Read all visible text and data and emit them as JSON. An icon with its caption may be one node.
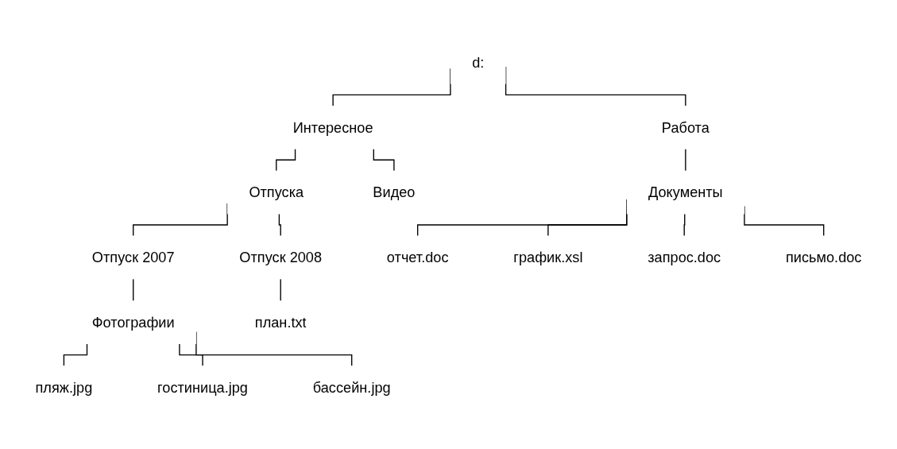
{
  "diagram": {
    "nodes": [
      {
        "text": [
          "d:"
        ]
      },
      {
        "text": [
          "Интересное"
        ]
      },
      {
        "text": [
          "Работа"
        ]
      },
      {
        "text": [
          "Отпуска"
        ]
      },
      {
        "text": [
          "Видео"
        ]
      },
      {
        "text": [
          "Документы"
        ]
      },
      {
        "text": [
          "отчет.doc"
        ]
      },
      {
        "text": [
          "Отпуск 2007"
        ]
      },
      {
        "text": [
          "Отпуск 2008"
        ]
      },
      {
        "text": [
          "график.xsl"
        ]
      },
      {
        "text": [
          "Фотографии"
        ]
      },
      {
        "text": [
          "запрос.doc"
        ]
      },
      {
        "text": [
          "план.txt"
        ]
      },
      {
        "text": [
          "письмо.doc"
        ]
      },
      {
        "text": [
          "пляж.jpg"
        ]
      },
      {
        "text": [
          "гостиница.jpg"
        ]
      },
      {
        "text": [
          "бассейн.jpg"
        ]
      }
    ],
    "edges": [
      {
        "from": 0,
        "to": 1,
        "arrow": "none"
      },
      {
        "from": 0,
        "to": 2,
        "arrow": "none"
      },
      {
        "from": 1,
        "to": 3,
        "arrow": "none"
      },
      {
        "from": 1,
        "to": 4,
        "arrow": "none"
      },
      {
        "from": 2,
        "to": 5,
        "arrow": "none"
      },
      {
        "from": 3,
        "to": 7,
        "arrow": "none"
      },
      {
        "from": 3,
        "to": 8,
        "arrow": "none"
      },
      {
        "from": 5,
        "to": 6,
        "arrow": "none"
      },
      {
        "from": 5,
        "to": 9,
        "arrow": "none"
      },
      {
        "from": 5,
        "to": 11,
        "arrow": "none"
      },
      {
        "from": 5,
        "to": 13,
        "arrow": "none"
      },
      {
        "from": 7,
        "to": 10,
        "arrow": "none"
      },
      {
        "from": 8,
        "to": 12,
        "arrow": "none"
      },
      {
        "from": 10,
        "to": 14,
        "arrow": "none"
      },
      {
        "from": 10,
        "to": 15,
        "arrow": "none"
      },
      {
        "from": 10,
        "to": 16,
        "arrow": "none"
      }
    ]
  }
}
